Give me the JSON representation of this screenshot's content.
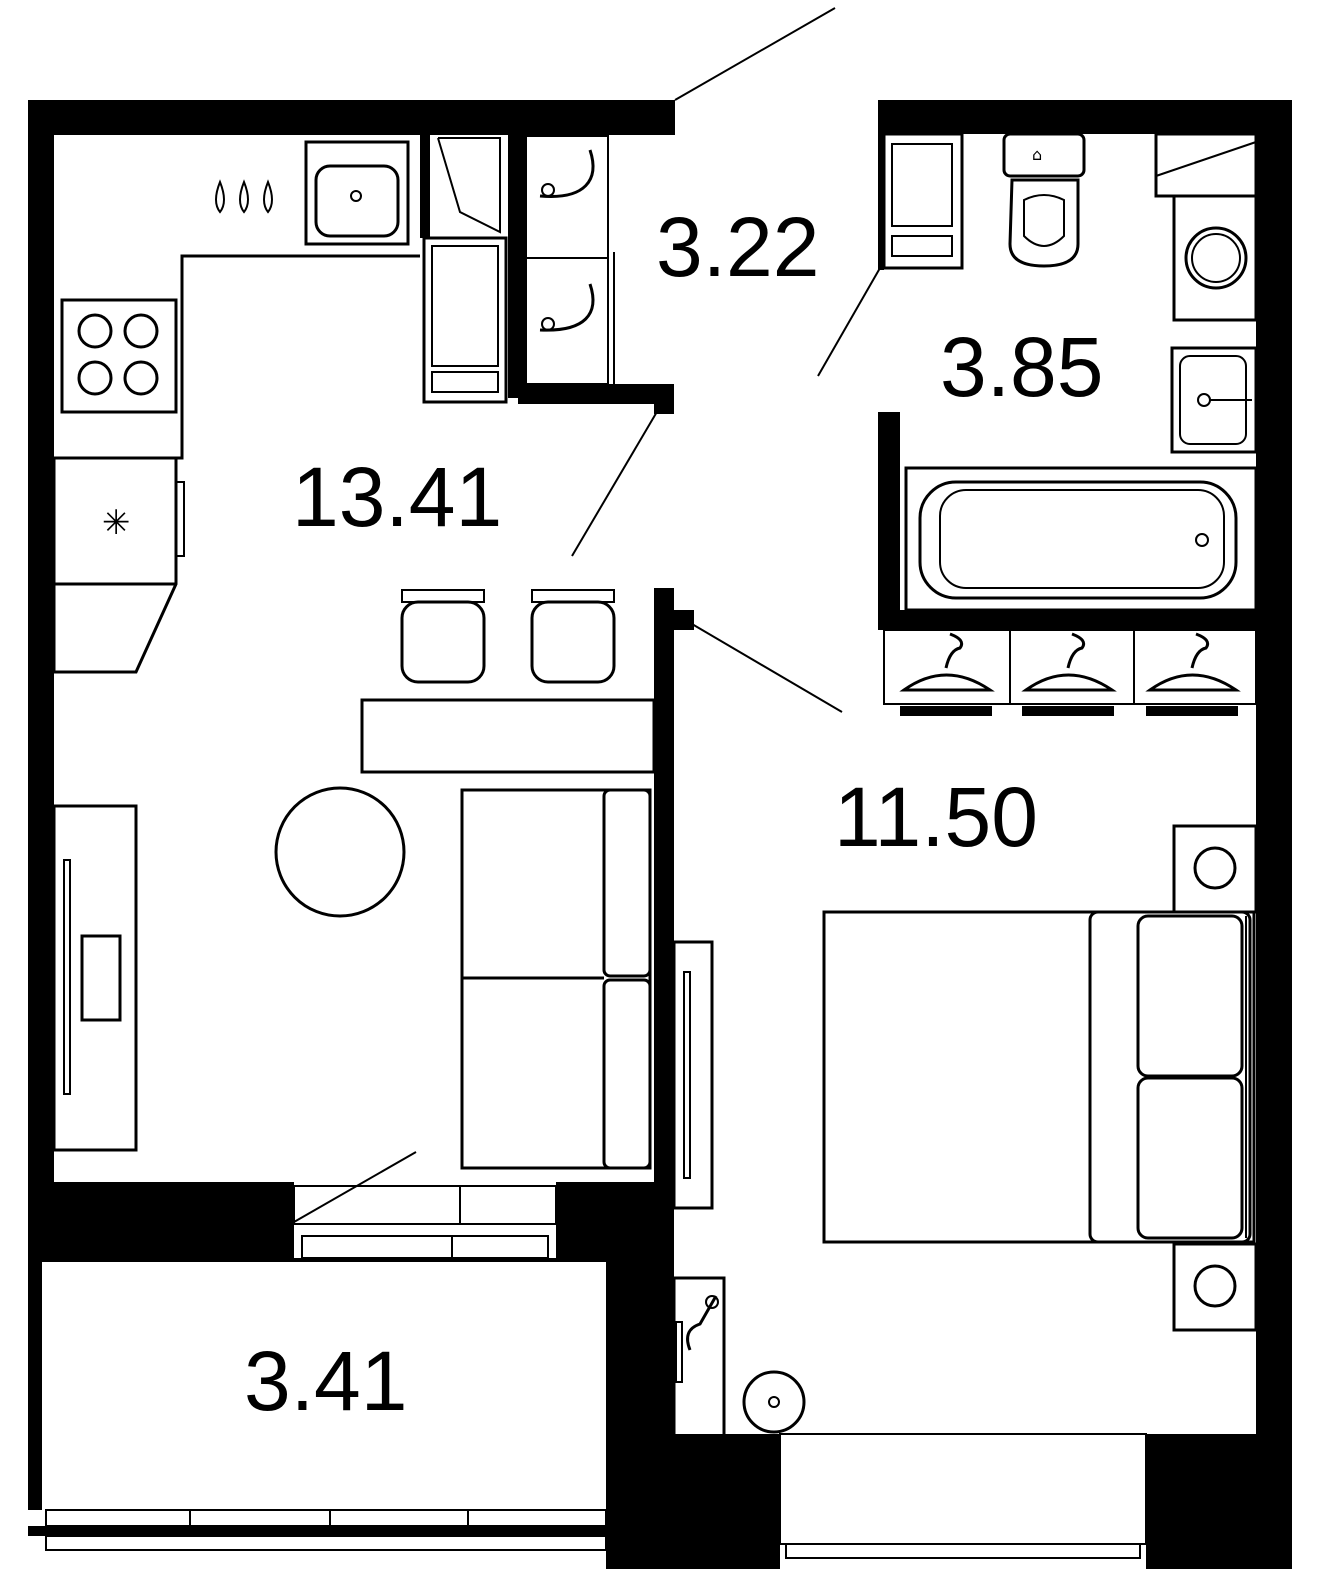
{
  "rooms": {
    "hall": {
      "area": "3.22"
    },
    "bathroom": {
      "area": "3.85"
    },
    "kitchen_living": {
      "area": "13.41"
    },
    "bedroom": {
      "area": "11.50"
    },
    "balcony": {
      "area": "3.41"
    }
  },
  "colors": {
    "wall": "#000000",
    "background": "#ffffff"
  }
}
